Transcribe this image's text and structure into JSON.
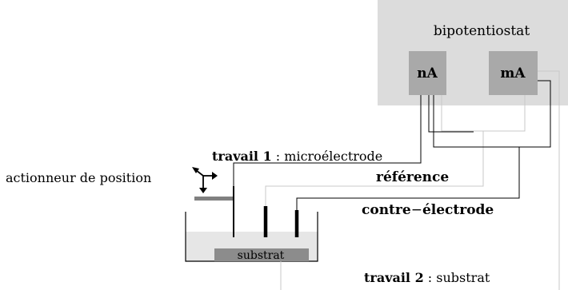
{
  "diagram": {
    "instrument": {
      "label": "bipotentiostat",
      "channel_nA": "nA",
      "channel_mA": "mA"
    },
    "labels": {
      "work1_bold": "travail 1",
      "work1_rest": " : microélectrode",
      "reference": "référence",
      "counter_a": "contre",
      "counter_dash": "−",
      "counter_b": "électrode",
      "work2_bold": "travail 2",
      "work2_rest": " : substrat",
      "actuator": "actionneur de position",
      "substrate": "substrat"
    },
    "colors": {
      "instrument_box": "#dcdcdc",
      "channel_box": "#a9a9a9",
      "electrolyte": "#e6e6e6",
      "substrate": "#8c8c8c",
      "reference_wire": "#c8c8c8"
    }
  }
}
